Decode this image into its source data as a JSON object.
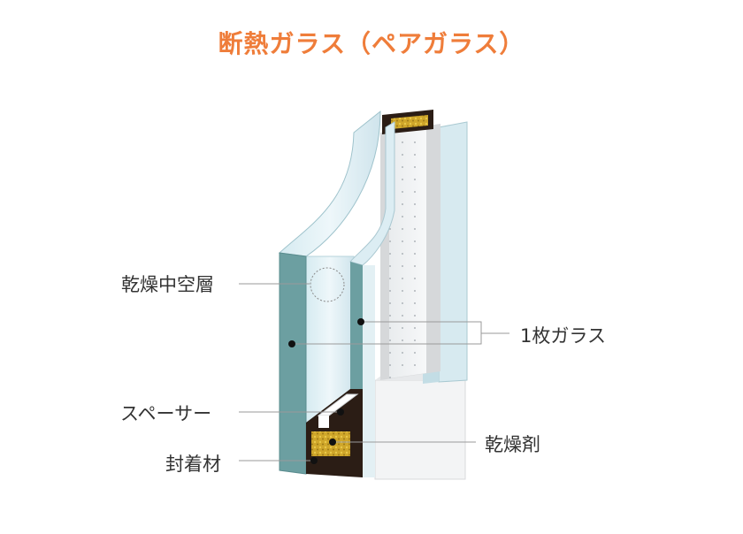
{
  "title": "断熱ガラス（ペアガラス）",
  "labels": {
    "air_layer": "乾燥中空層",
    "glass_pane": "1枚ガラス",
    "spacer": "スペーサー",
    "desiccant": "乾燥剤",
    "sealant": "封着材"
  },
  "colors": {
    "title": "#ef7d3a",
    "label_text": "#333333",
    "leader_line": "#9a9a9a",
    "glass_edge": "#6c9fa1",
    "glass_face": "#cfe6ee",
    "glass_face_light": "#e6f3f7",
    "spacer": "#2b1d15",
    "desiccant": "#c9a227",
    "air_gap": "#f2f4f6",
    "wall_shadow": "#d5d7d9"
  }
}
